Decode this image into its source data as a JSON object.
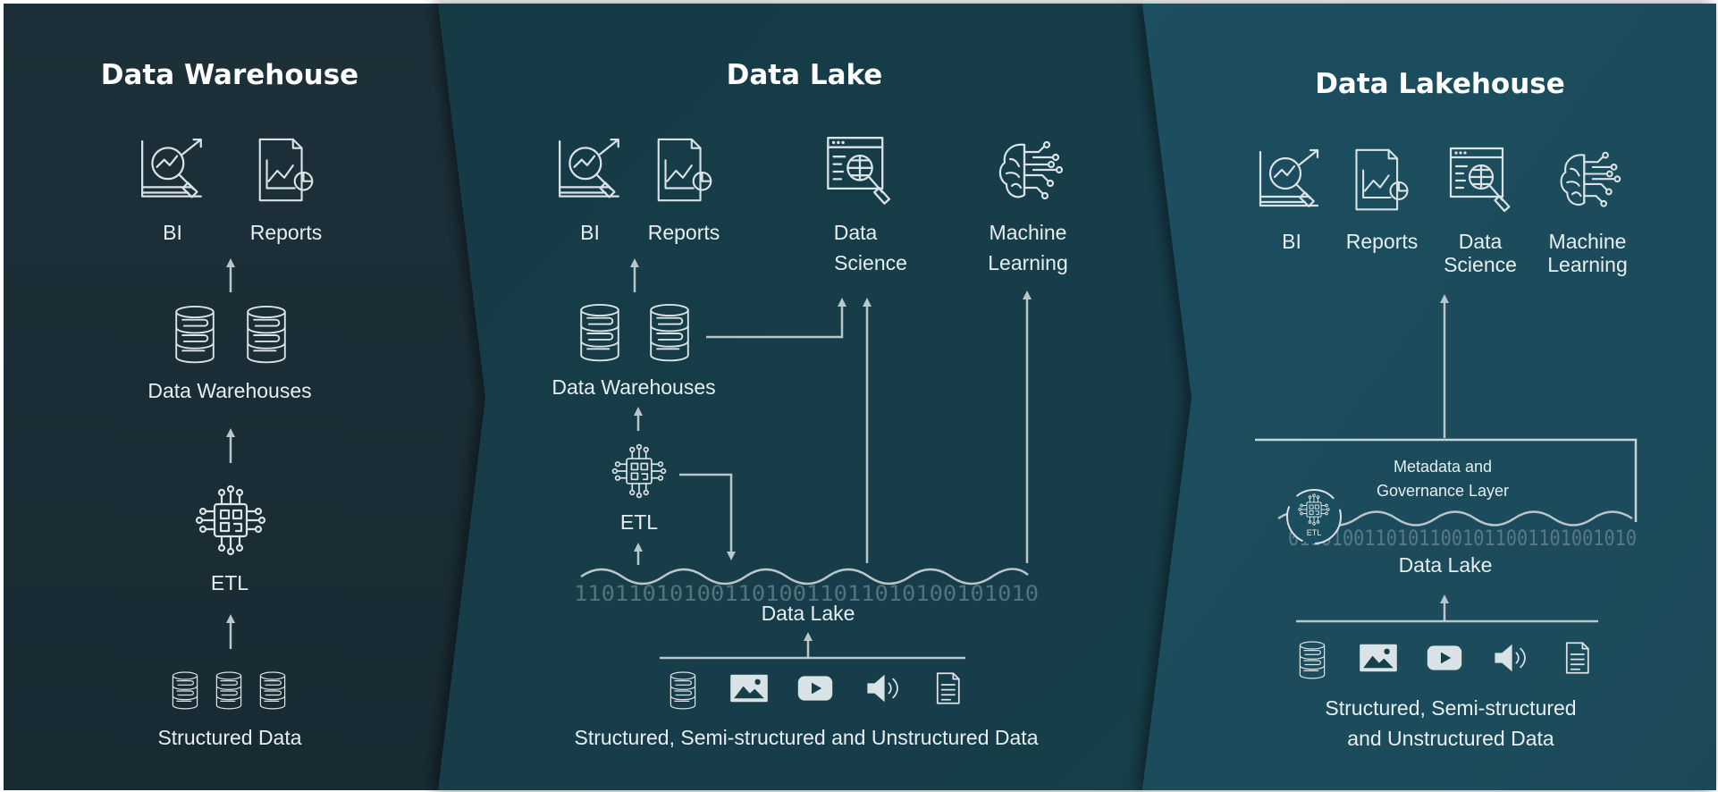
{
  "panels": {
    "warehouse": {
      "title": "Data Warehouse",
      "bi": "BI",
      "reports": "Reports",
      "warehouses": "Data Warehouses",
      "etl": "ETL",
      "source": "Structured Data"
    },
    "lake": {
      "title": "Data Lake",
      "bi": "BI",
      "reports": "Reports",
      "ds_line1": "Data",
      "ds_line2": "Science",
      "ml_line1": "Machine",
      "ml_line2": "Learning",
      "warehouses": "Data Warehouses",
      "etl": "ETL",
      "lake": "Data Lake",
      "binary": "1101101010011010011011010100101010",
      "source": "Structured, Semi-structured and Unstructured Data"
    },
    "lakehouse": {
      "title": "Data Lakehouse",
      "bi": "BI",
      "reports": "Reports",
      "ds_line1": "Data",
      "ds_line2": "Science",
      "ml_line1": "Machine",
      "ml_line2": "Learning",
      "meta_line1": "Metadata and",
      "meta_line2": "Governance Layer",
      "etl": "ETL",
      "binary": "01101001101011001011001101001010",
      "lake": "Data Lake",
      "source_line1": "Structured, Semi-structured",
      "source_line2": "and Unstructured Data"
    }
  },
  "colors": {
    "warehouse_bg": "#1b2e36",
    "lake_bg": "#153d48",
    "lakehouse_bg": "#1b5060",
    "icon": "#d9e2e5",
    "line": "#b9c6ca",
    "text": "#ffffff"
  },
  "icons": [
    "bi-chart-icon",
    "report-icon",
    "data-science-icon",
    "machine-learning-brain-icon",
    "database-icon",
    "etl-chip-icon",
    "image-icon",
    "video-play-icon",
    "audio-speaker-icon",
    "document-icon"
  ]
}
